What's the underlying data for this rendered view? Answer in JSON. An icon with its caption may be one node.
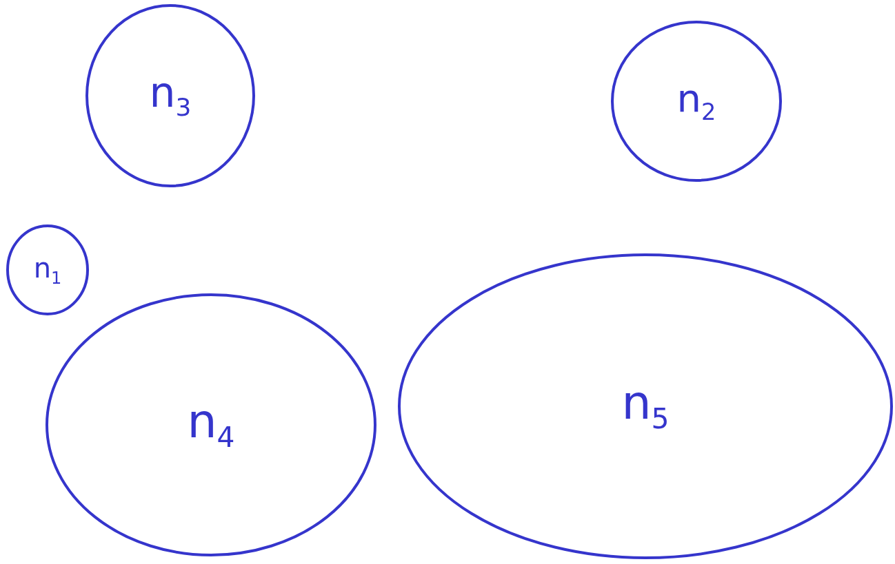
{
  "diagram": {
    "nodes": [
      {
        "text": [
          "n$_{3}$"
        ]
      },
      {
        "text": [
          "n$_{2}$"
        ]
      },
      {
        "text": [
          "n$_{1}$"
        ]
      },
      {
        "text": [
          "n$_{4}$"
        ]
      },
      {
        "text": [
          "n$_{5}$"
        ]
      }
    ]
  }
}
